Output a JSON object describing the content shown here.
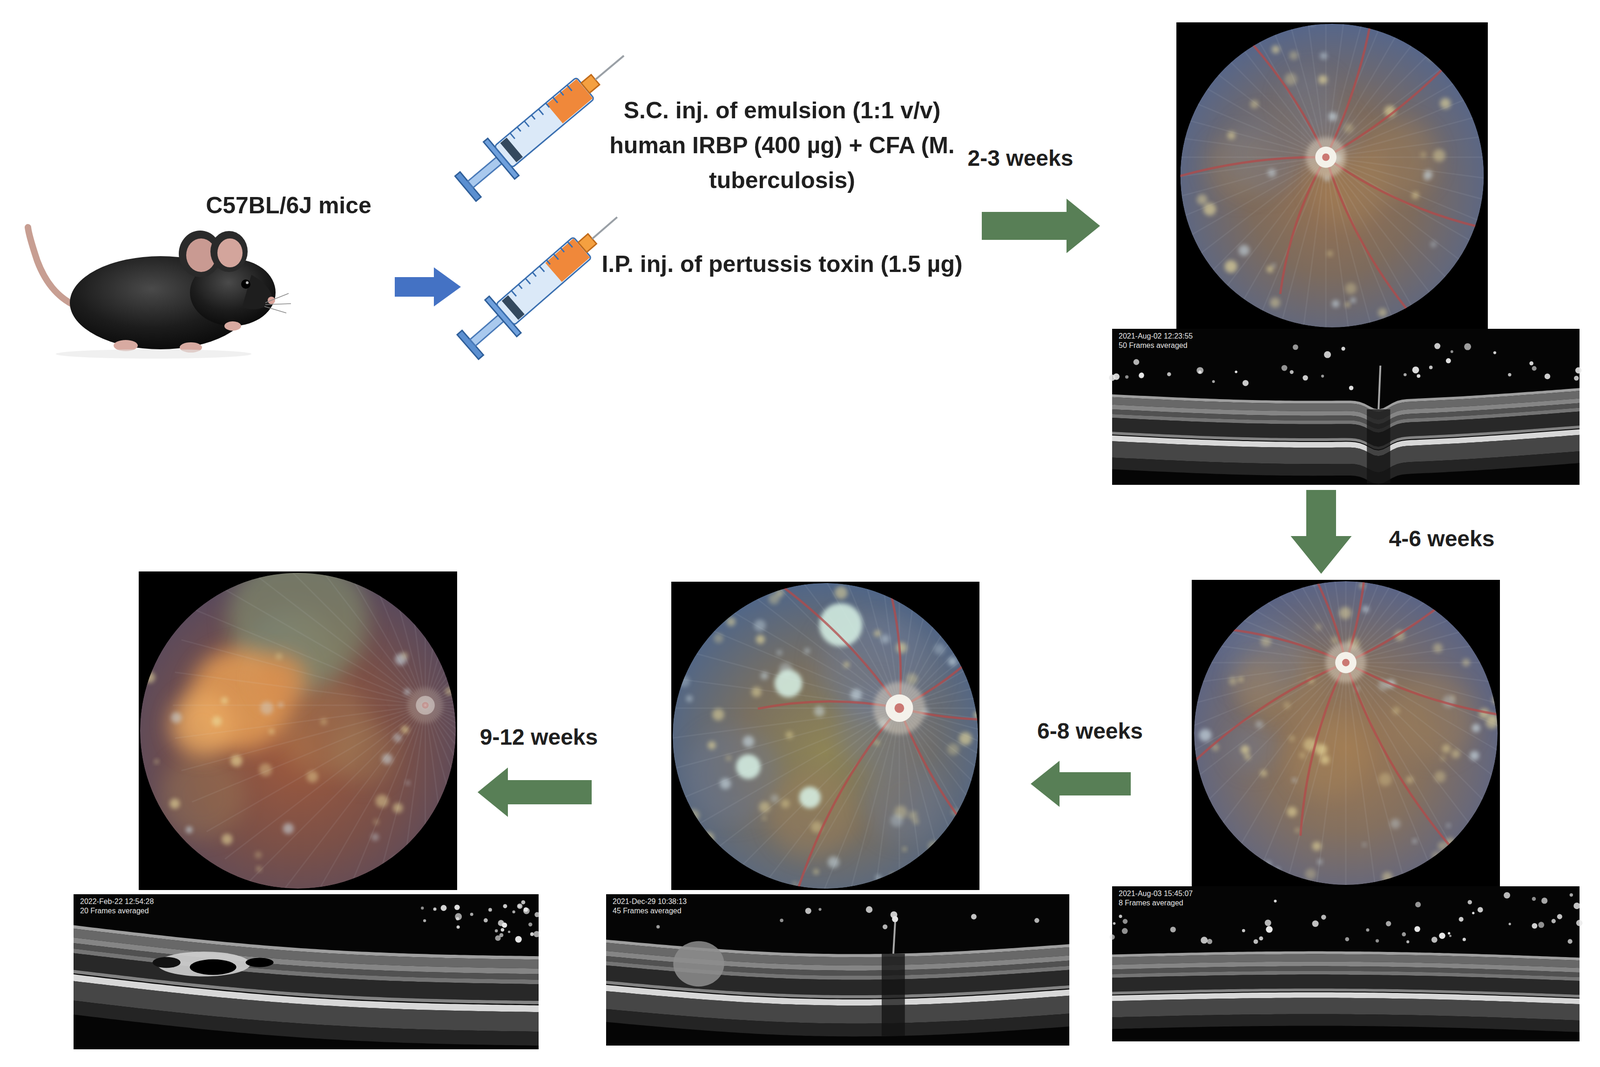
{
  "diagram": {
    "nodes": [
      {
        "text": [
          "C57BL/6J mice"
        ]
      },
      {
        "text": [
          "S.C. inj. of emulsion (1:1 v/v) human IRBP (400 µg) + CFA (M. tuberculosis)",
          "I.P. inj. of pertussis toxin (1.5 µg)"
        ]
      },
      {
        "text": [
          "2021-Aug-02 12:23:55",
          "50 Frames averaged"
        ]
      },
      {
        "text": [
          "2021-Aug-03 15:45:07",
          "8 Frames averaged"
        ]
      },
      {
        "text": [
          "2021-Dec-29 10:38:13",
          "45 Frames averaged"
        ]
      },
      {
        "text": [
          "2022-Feb-22 12:54:28",
          "20 Frames averaged"
        ]
      }
    ],
    "edges": [
      {
        "from": 0,
        "to": 1,
        "arrow": "to"
      },
      {
        "from": 1,
        "to": 2,
        "label": "2-3 weeks",
        "arrow": "to"
      },
      {
        "from": 2,
        "to": 3,
        "label": "4-6 weeks",
        "arrow": "to"
      },
      {
        "from": 3,
        "to": 4,
        "label": "6-8 weeks",
        "arrow": "to"
      },
      {
        "from": 4,
        "to": 5,
        "label": "9-12 weeks",
        "arrow": "to"
      }
    ]
  }
}
